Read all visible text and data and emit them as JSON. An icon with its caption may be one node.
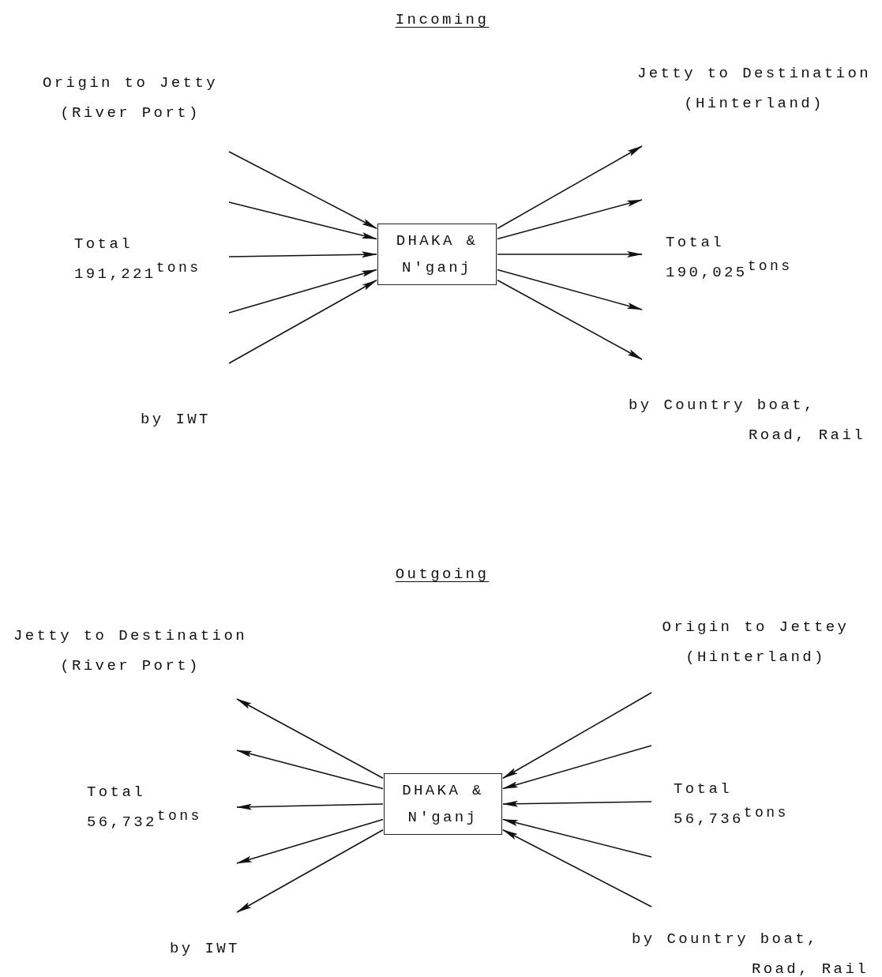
{
  "diagram": {
    "nodes": [
      {
        "text": [
          "DHAKA & N'ganj"
        ]
      },
      {
        "text": [
          "DHAKA & N'ganj"
        ]
      }
    ],
    "edges": [
      {
        "from": null,
        "to": 0,
        "arrow": "to"
      },
      {
        "from": null,
        "to": 0,
        "arrow": "to"
      },
      {
        "from": null,
        "to": 0,
        "arrow": "to"
      },
      {
        "from": null,
        "to": 0,
        "arrow": "to"
      },
      {
        "from": null,
        "to": 0,
        "arrow": "to"
      },
      {
        "from": 0,
        "to": null,
        "arrow": "to"
      },
      {
        "from": 0,
        "to": null,
        "arrow": "to"
      },
      {
        "from": 0,
        "to": null,
        "arrow": "to"
      },
      {
        "from": 0,
        "to": null,
        "arrow": "to"
      },
      {
        "from": 0,
        "to": null,
        "arrow": "to"
      },
      {
        "from": 1,
        "to": null,
        "arrow": "to"
      },
      {
        "from": 1,
        "to": null,
        "arrow": "to"
      },
      {
        "from": 1,
        "to": null,
        "arrow": "to"
      },
      {
        "from": 1,
        "to": null,
        "arrow": "to"
      },
      {
        "from": 1,
        "to": null,
        "arrow": "to"
      },
      {
        "from": null,
        "to": 1,
        "arrow": "to"
      },
      {
        "from": null,
        "to": 1,
        "arrow": "to"
      },
      {
        "from": null,
        "to": 1,
        "arrow": "to"
      },
      {
        "from": null,
        "to": 1,
        "arrow": "to"
      },
      {
        "from": null,
        "to": 1,
        "arrow": "to"
      }
    ],
    "labels": [
      "Incoming",
      "Origin to Jetty (River Port)",
      "Jetty to Destination (Hinterland)",
      "Total 191,221$^{tons}$",
      "Total 190,025$^{tons}$",
      "by IWT",
      "by Country boat, Road, Rail",
      "Outgoing",
      "Jetty to Destination (River Port)",
      "Origin to Jettey (Hinterland)",
      "Total 56,732$^{tons}$",
      "Total 56,736$^{tons}$",
      "by IWT",
      "by Country boat, Road, Rail"
    ]
  }
}
